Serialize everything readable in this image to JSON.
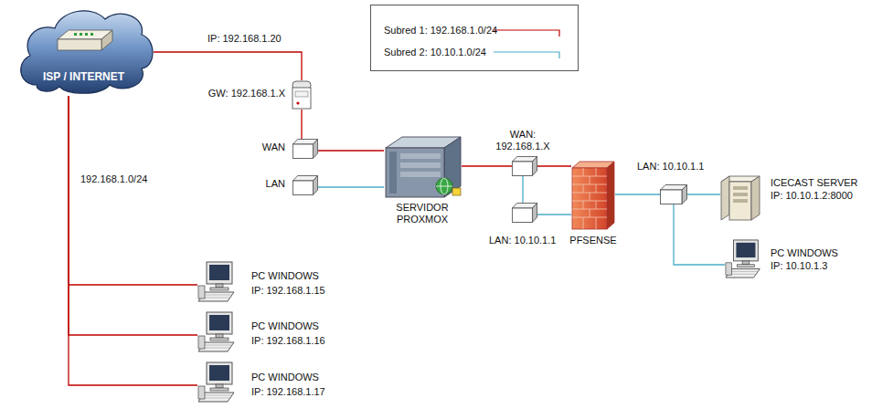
{
  "diagram": {
    "nodes": [
      {
        "text": [
          "ISP / INTERNET"
        ]
      },
      {
        "text": [
          "GW: 192.168.1.X"
        ]
      },
      {
        "text": [
          "WAN"
        ]
      },
      {
        "text": [
          "LAN"
        ]
      },
      {
        "text": [
          "SERVIDOR PROXMOX"
        ]
      },
      {
        "text": [
          "WAN: 192.168.1.X"
        ]
      },
      {
        "text": [
          "LAN: 10.10.1.1"
        ]
      },
      {
        "text": [
          "PFSENSE"
        ]
      },
      {
        "text": [
          "LAN: 10.10.1.1"
        ]
      },
      {
        "text": [
          "ICECAST SERVER",
          "IP: 10.10.1.2:8000"
        ]
      },
      {
        "text": [
          "PC WINDOWS",
          "IP: 10.10.1.3"
        ]
      },
      {
        "text": [
          "PC WINDOWS",
          "IP: 192.168.1.15"
        ]
      },
      {
        "text": [
          "PC WINDOWS",
          "IP: 192.168.1.16"
        ]
      },
      {
        "text": [
          "PC WINDOWS",
          "IP: 192.168.1.17"
        ]
      }
    ],
    "edges": [
      {
        "from": 0,
        "to": 1,
        "arrow": "none",
        "label": "IP: 192.168.1.20"
      },
      {
        "from": 1,
        "to": 2,
        "arrow": "none"
      },
      {
        "from": 2,
        "to": 4,
        "arrow": "none"
      },
      {
        "from": 3,
        "to": 4,
        "arrow": "none"
      },
      {
        "from": 4,
        "to": 5,
        "arrow": "none"
      },
      {
        "from": 5,
        "to": 7,
        "arrow": "none"
      },
      {
        "from": 5,
        "to": 6,
        "arrow": "none"
      },
      {
        "from": 6,
        "to": 7,
        "arrow": "none"
      },
      {
        "from": 7,
        "to": 8,
        "arrow": "none"
      },
      {
        "from": 8,
        "to": 9,
        "arrow": "none"
      },
      {
        "from": 8,
        "to": 10,
        "arrow": "none"
      },
      {
        "from": 0,
        "to": 11,
        "arrow": "none"
      },
      {
        "from": 0,
        "to": 12,
        "arrow": "none"
      },
      {
        "from": 0,
        "to": 13,
        "arrow": "none"
      }
    ],
    "labels": [
      "192.168.1.0/24"
    ],
    "legend": [
      {
        "text": "Subred 1: 192.168.1.0/24"
      },
      {
        "text": "Subred 2: 10.10.1.0/24"
      }
    ]
  }
}
